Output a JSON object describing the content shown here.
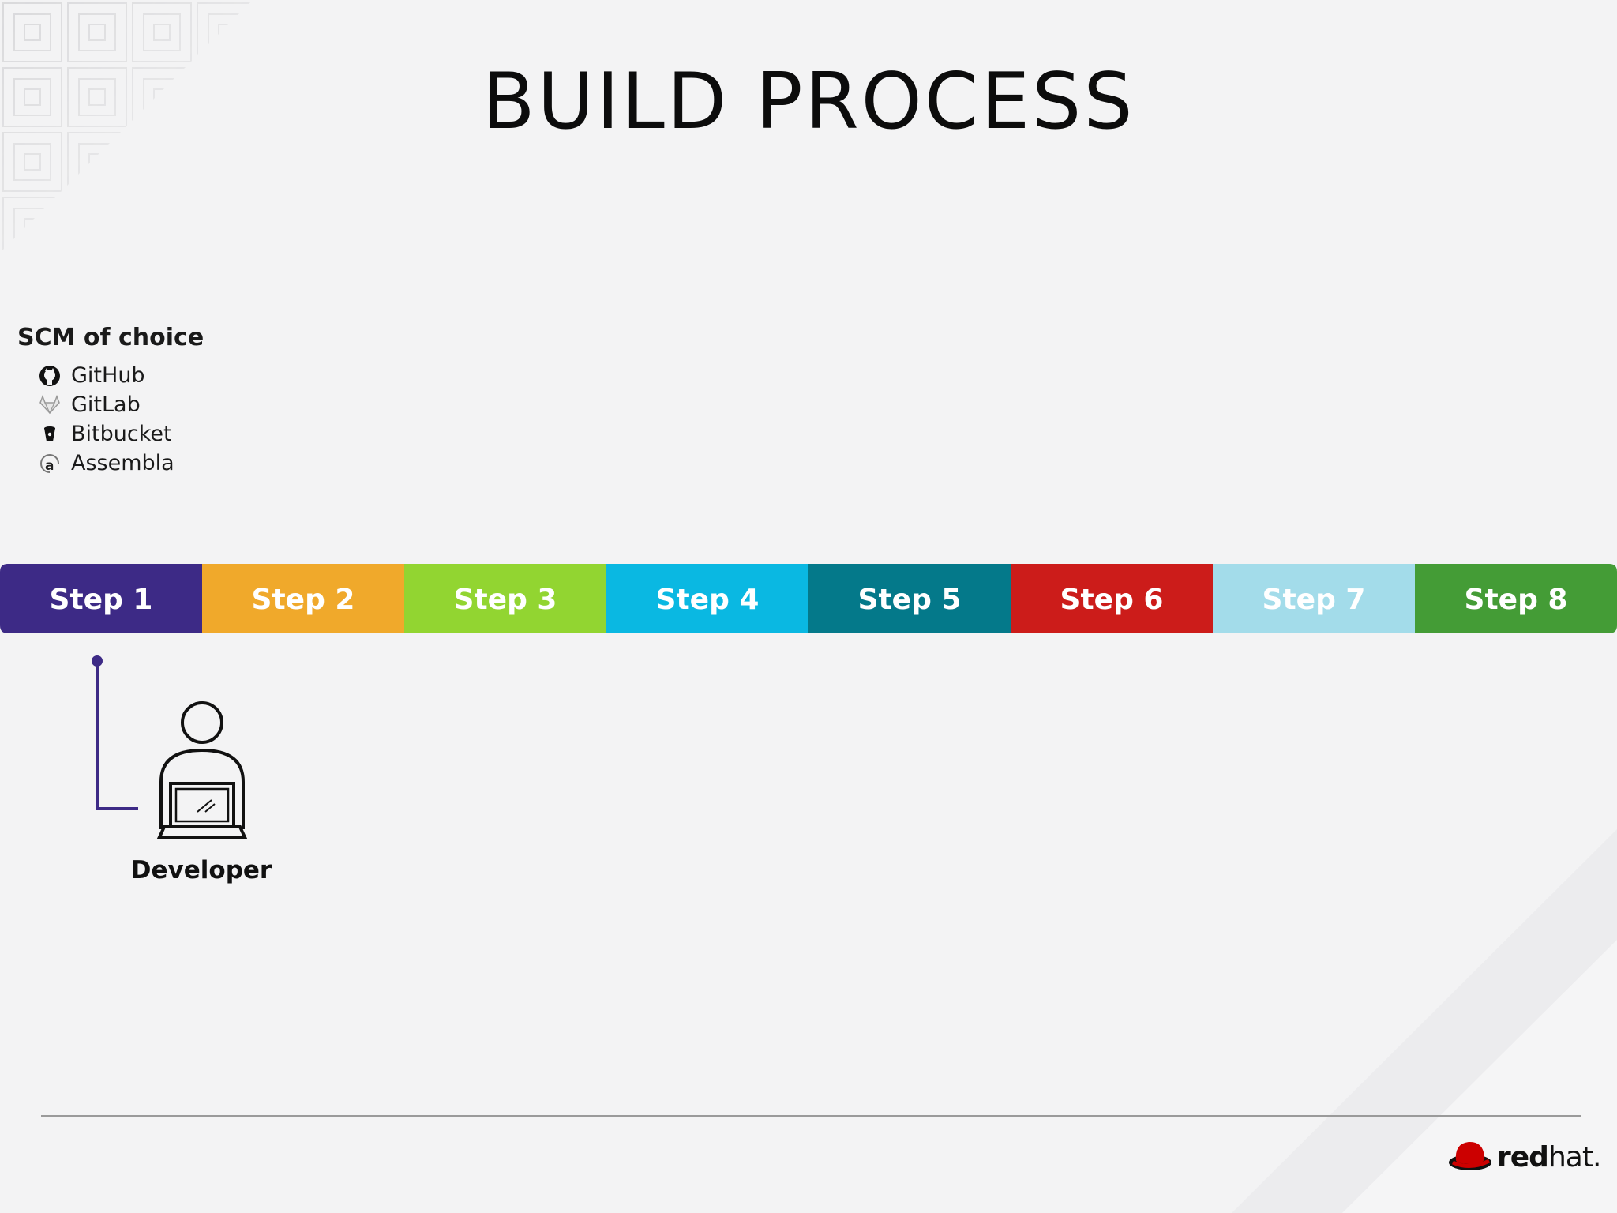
{
  "title": "BUILD PROCESS",
  "scm": {
    "heading": "SCM of choice",
    "items": [
      {
        "label": "GitHub",
        "icon": "github-icon"
      },
      {
        "label": "GitLab",
        "icon": "gitlab-icon"
      },
      {
        "label": "Bitbucket",
        "icon": "bitbucket-icon"
      },
      {
        "label": "Assembla",
        "icon": "assembla-icon"
      }
    ]
  },
  "steps": [
    {
      "label": "Step 1",
      "color": "#3d2a86"
    },
    {
      "label": "Step 2",
      "color": "#f0a92b"
    },
    {
      "label": "Step 3",
      "color": "#92d531"
    },
    {
      "label": "Step 4",
      "color": "#0ab8e2"
    },
    {
      "label": "Step 5",
      "color": "#04798a"
    },
    {
      "label": "Step 6",
      "color": "#cc1c1a"
    },
    {
      "label": "Step 7",
      "color": "#a3dcea"
    },
    {
      "label": "Step 8",
      "color": "#449c36"
    }
  ],
  "developer": {
    "label": "Developer",
    "icon": "developer-laptop-icon"
  },
  "connector_color": "#3d2a86",
  "logo": {
    "bold": "red",
    "light": "hat."
  }
}
